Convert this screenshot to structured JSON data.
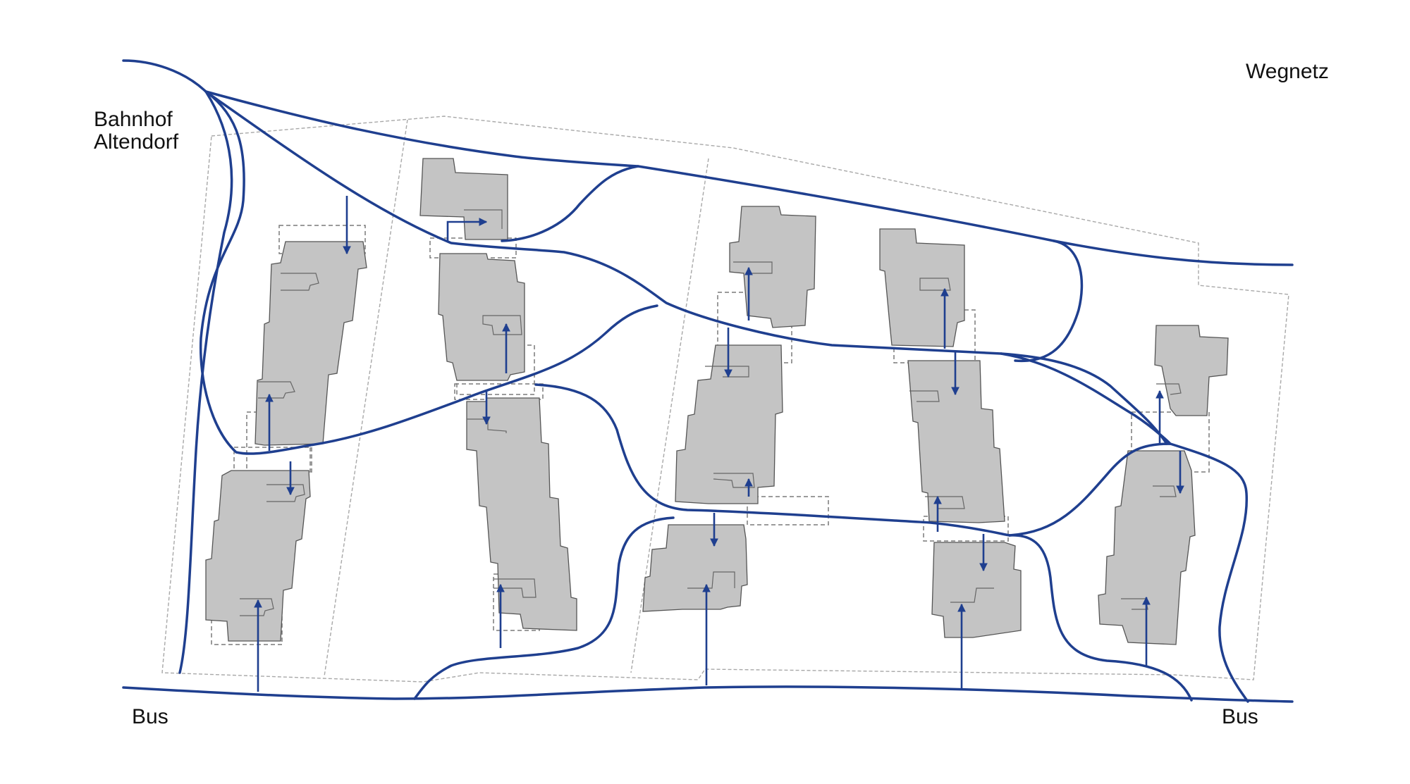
{
  "labels": {
    "title": "Wegnetz",
    "station_line1": "Bahnhof",
    "station_line2": "Altendorf",
    "bus_left": "Bus",
    "bus_right": "Bus"
  },
  "colors": {
    "path": "#1f3f8f",
    "building_fill": "#c4c4c4",
    "building_stroke": "#555555",
    "parcel_line": "#a8a8a8",
    "dashed_outline": "#7a7a7a",
    "background": "#ffffff"
  },
  "legend": {
    "path_network": "blue line",
    "building": "grey block",
    "entrance": "blue arrow"
  }
}
